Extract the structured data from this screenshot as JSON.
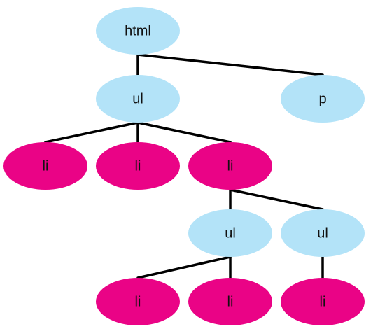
{
  "colors": {
    "element_node": "#b3e3f8",
    "list_item_node": "#ea0386",
    "edge": "#000000"
  },
  "nodes": [
    {
      "id": "n-html",
      "label": "html",
      "kind": "element"
    },
    {
      "id": "n-ul-1",
      "label": "ul",
      "kind": "element"
    },
    {
      "id": "n-p",
      "label": "p",
      "kind": "element"
    },
    {
      "id": "n-li-1",
      "label": "li",
      "kind": "list_item"
    },
    {
      "id": "n-li-2",
      "label": "li",
      "kind": "list_item"
    },
    {
      "id": "n-li-3",
      "label": "li",
      "kind": "list_item"
    },
    {
      "id": "n-ul-2",
      "label": "ul",
      "kind": "element"
    },
    {
      "id": "n-ul-3",
      "label": "ul",
      "kind": "element"
    },
    {
      "id": "n-li-4",
      "label": "li",
      "kind": "list_item"
    },
    {
      "id": "n-li-5",
      "label": "li",
      "kind": "list_item"
    },
    {
      "id": "n-li-6",
      "label": "li",
      "kind": "list_item"
    }
  ],
  "edges": [
    {
      "from": "n-html",
      "to": "n-ul-1"
    },
    {
      "from": "n-html",
      "to": "n-p"
    },
    {
      "from": "n-ul-1",
      "to": "n-li-1"
    },
    {
      "from": "n-ul-1",
      "to": "n-li-2"
    },
    {
      "from": "n-ul-1",
      "to": "n-li-3"
    },
    {
      "from": "n-li-3",
      "to": "n-ul-2"
    },
    {
      "from": "n-li-3",
      "to": "n-ul-3"
    },
    {
      "from": "n-ul-2",
      "to": "n-li-4"
    },
    {
      "from": "n-ul-2",
      "to": "n-li-5"
    },
    {
      "from": "n-ul-3",
      "to": "n-li-6"
    }
  ]
}
